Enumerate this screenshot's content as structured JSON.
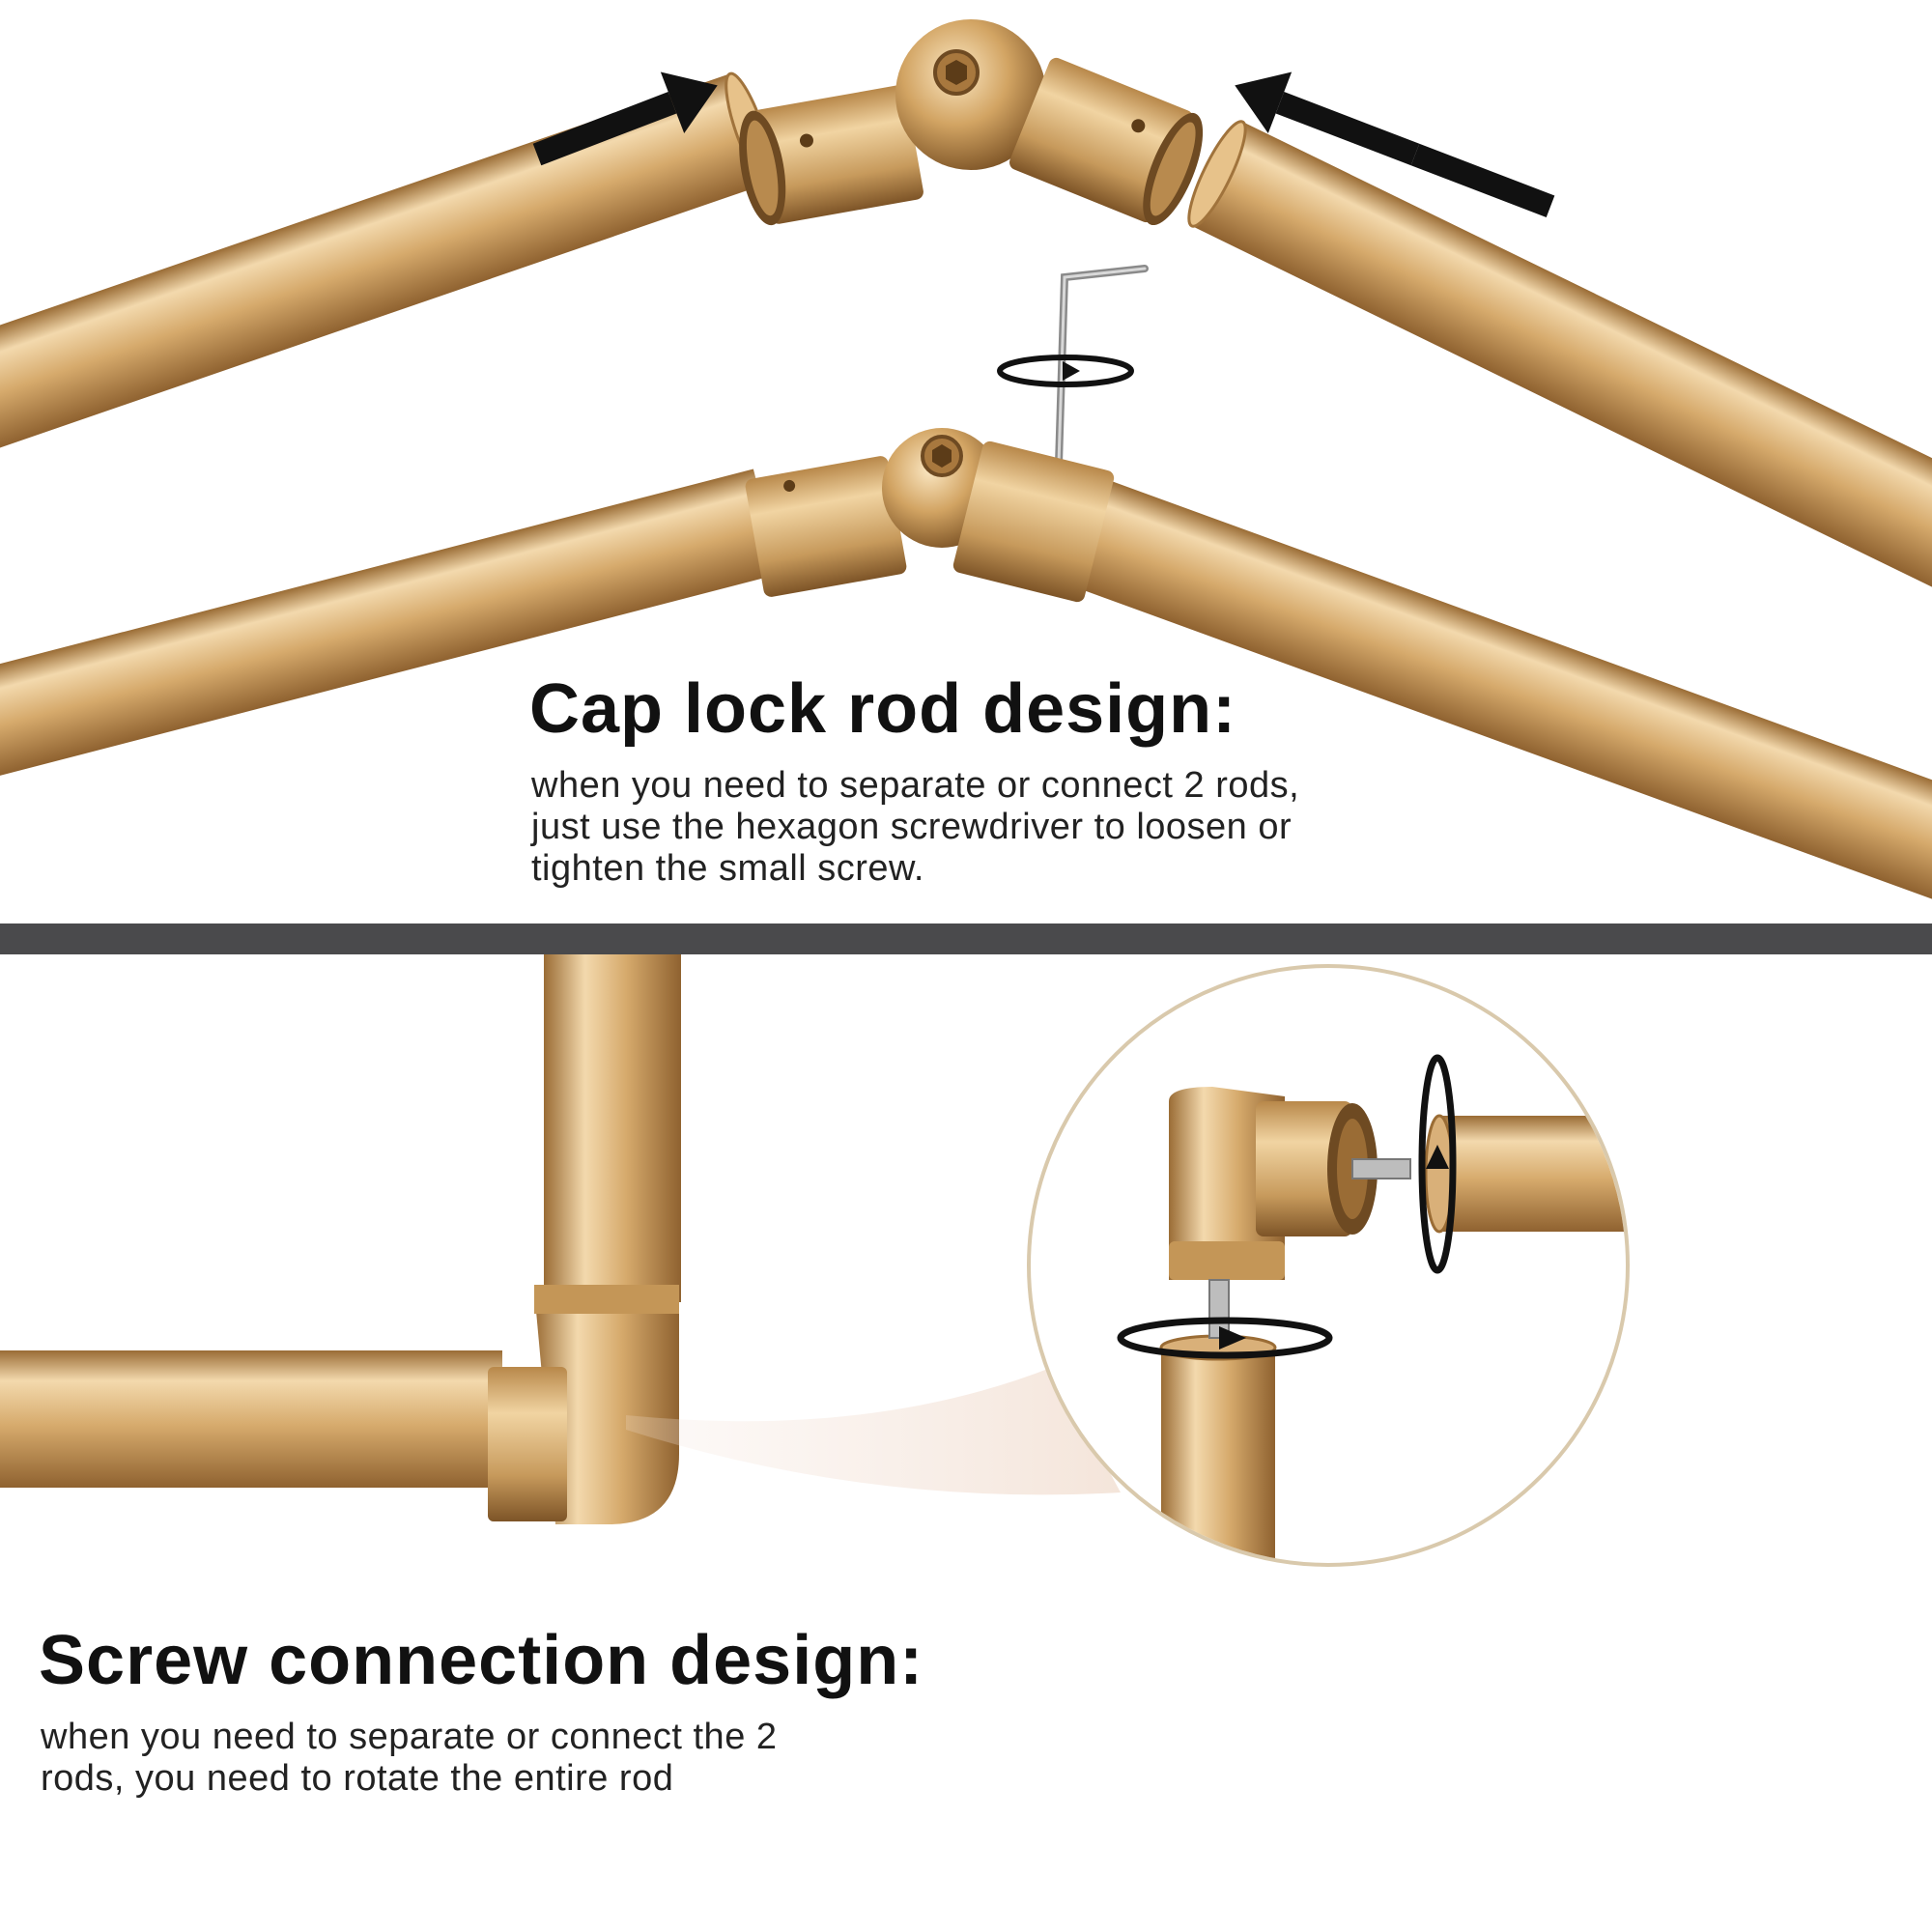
{
  "colors": {
    "gold_light": "#f3d9ad",
    "gold_mid": "#d6aa6c",
    "gold_dark": "#9a6c35",
    "divider": "#4a4a4c",
    "circle_border": "#d9c9ac",
    "arrow": "#111111"
  },
  "icons": {
    "push_arrow": "right-arrow-icon",
    "rotate_arrow": "rotate-arrow-icon",
    "hex_key": "hex-key-icon"
  },
  "sections": {
    "cap_lock": {
      "heading": "Cap lock rod design:",
      "description_lines": [
        "when you need to separate or connect 2 rods,",
        "just use the hexagon screwdriver to loosen or",
        "tighten the small screw."
      ]
    },
    "screw_connection": {
      "heading": "Screw connection design:",
      "description_lines": [
        "when you need to separate or connect the 2",
        "rods, you need to rotate the entire rod"
      ]
    }
  }
}
